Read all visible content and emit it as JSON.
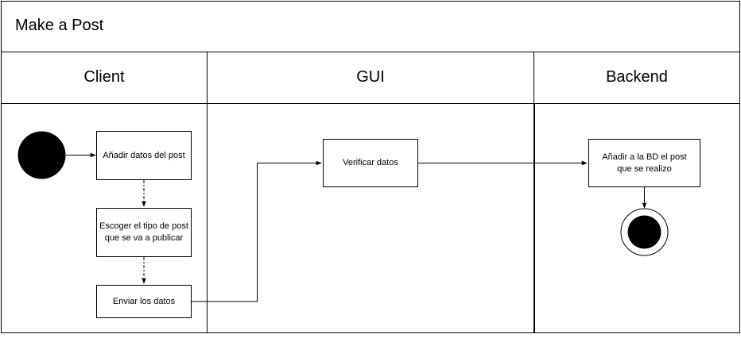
{
  "pool": {
    "title": "Make a Post"
  },
  "lanes": [
    {
      "id": "client",
      "title": "Client"
    },
    {
      "id": "gui",
      "title": "GUI"
    },
    {
      "id": "backend",
      "title": "Backend"
    }
  ],
  "nodes": {
    "start": {
      "type": "initial-node"
    },
    "add_post_data": {
      "type": "action",
      "lane": "client",
      "label": "Añadir datos del post"
    },
    "choose_post_type": {
      "type": "action",
      "lane": "client",
      "label": "Escoger el tipo de post que se va a publicar"
    },
    "send_data": {
      "type": "action",
      "lane": "client",
      "label": "Enviar los datos"
    },
    "verify_data": {
      "type": "action",
      "lane": "gui",
      "label": "Verificar datos"
    },
    "add_to_db": {
      "type": "action",
      "lane": "backend",
      "label": "Añadir a la BD el post que se realizo"
    },
    "end": {
      "type": "final-node"
    }
  },
  "edges": [
    {
      "from": "start",
      "to": "add_post_data"
    },
    {
      "from": "add_post_data",
      "to": "choose_post_type"
    },
    {
      "from": "choose_post_type",
      "to": "send_data"
    },
    {
      "from": "send_data",
      "to": "verify_data"
    },
    {
      "from": "verify_data",
      "to": "add_to_db"
    },
    {
      "from": "add_to_db",
      "to": "end"
    }
  ]
}
